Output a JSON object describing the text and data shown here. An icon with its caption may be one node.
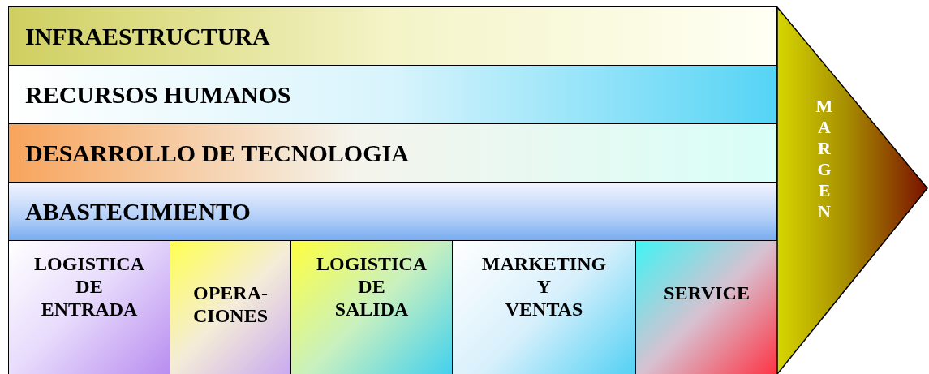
{
  "diagram": {
    "nodes": [
      {
        "text": [
          "INFRAESTRUCTURA"
        ]
      },
      {
        "text": [
          "RECURSOS HUMANOS"
        ]
      },
      {
        "text": [
          "DESARROLLO DE TECNOLOGIA"
        ]
      },
      {
        "text": [
          "ABASTECIMIENTO"
        ]
      },
      {
        "text": [
          "LOGISTICA DE ENTRADA"
        ]
      },
      {
        "text": [
          "OPERA- CIONES"
        ]
      },
      {
        "text": [
          "LOGISTICA DE SALIDA"
        ]
      },
      {
        "text": [
          "MARKETING Y VENTAS"
        ]
      },
      {
        "text": [
          "SERVICE"
        ]
      },
      {
        "text": [
          "MARGEN"
        ]
      }
    ]
  }
}
